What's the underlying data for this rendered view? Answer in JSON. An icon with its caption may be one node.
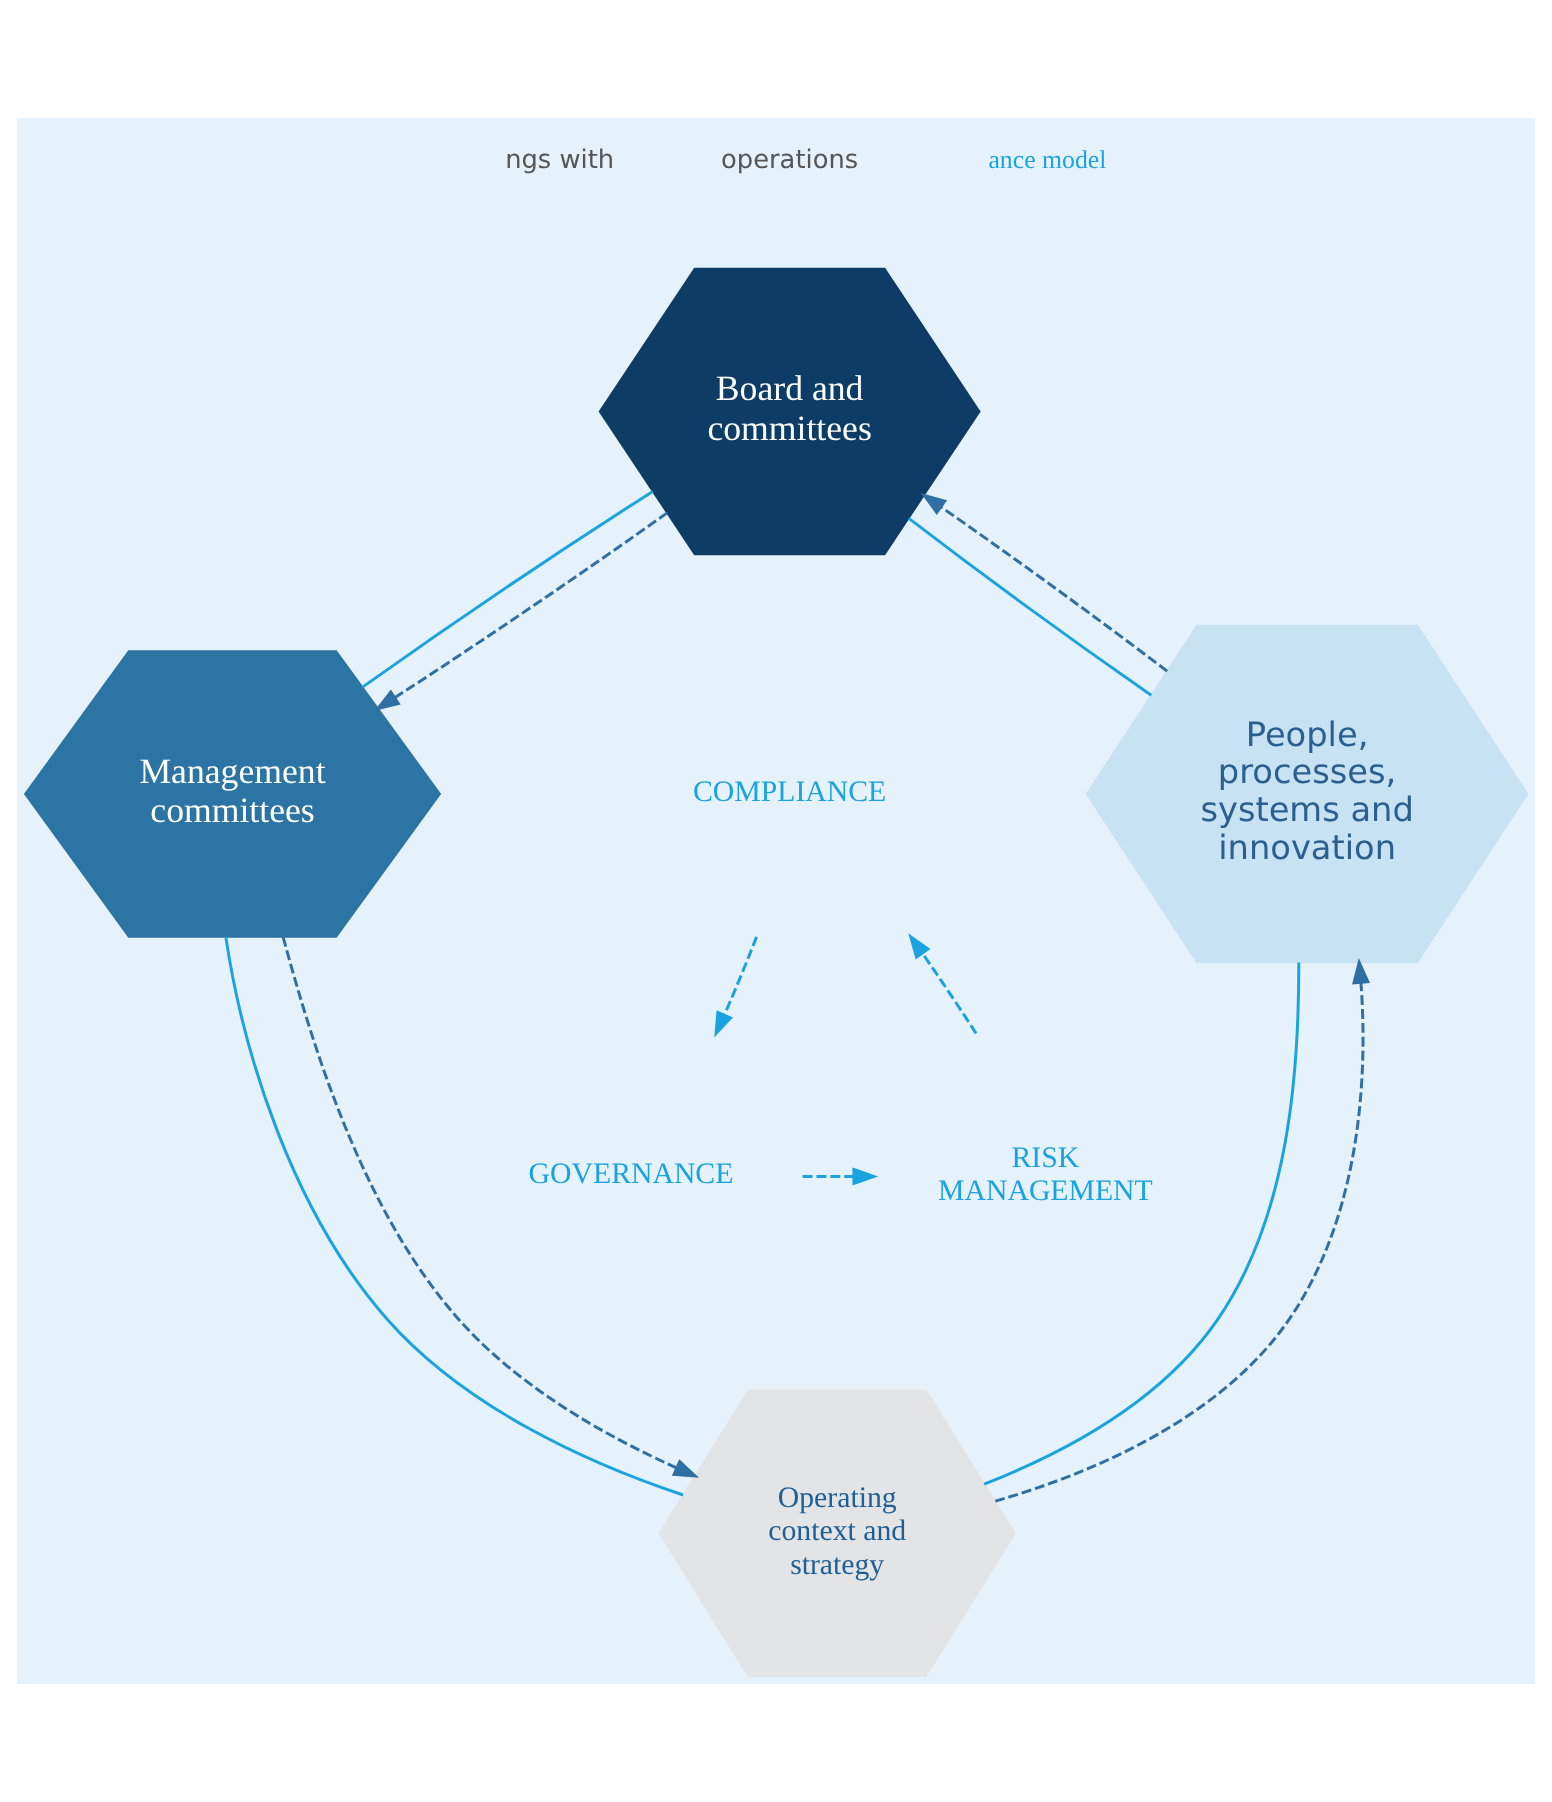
{
  "diagram": {
    "nodes": [
      {
        "text": [
          "Board and committees"
        ]
      },
      {
        "text": [
          "Management committees"
        ]
      },
      {
        "text": [
          "Operating context and strategy"
        ]
      },
      {
        "text": [
          "People, processes, systems and innovation"
        ]
      },
      {
        "text": [
          "COMPLIANCE"
        ]
      },
      {
        "text": [
          "GOVERNANCE"
        ]
      },
      {
        "text": [
          "RISK MANAGEMENT"
        ]
      }
    ],
    "edges": [
      {
        "from": 0,
        "to": 1,
        "arrow": "none"
      },
      {
        "from": 1,
        "to": 2,
        "arrow": "none"
      },
      {
        "from": 2,
        "to": 3,
        "arrow": "none"
      },
      {
        "from": 3,
        "to": 0,
        "arrow": "none"
      },
      {
        "from": 0,
        "to": 1,
        "arrow": "to",
        "style": "dashed",
        "color": "#2f6fa3"
      },
      {
        "from": 1,
        "to": 2,
        "arrow": "to",
        "style": "dashed",
        "color": "#2f6fa3"
      },
      {
        "from": 2,
        "to": 3,
        "arrow": "to",
        "style": "dashed",
        "color": "#2f6fa3"
      },
      {
        "from": 3,
        "to": 0,
        "arrow": "to",
        "style": "dashed",
        "color": "#2f6fa3"
      },
      {
        "from": 4,
        "to": 5,
        "arrow": "to",
        "style": "dashed"
      },
      {
        "from": 5,
        "to": 6,
        "arrow": "to",
        "style": "dashed"
      },
      {
        "from": 6,
        "to": 4,
        "arrow": "to",
        "style": "dashed"
      }
    ],
    "labels": [
      "ngs with",
      "operations",
      "ance model"
    ]
  }
}
